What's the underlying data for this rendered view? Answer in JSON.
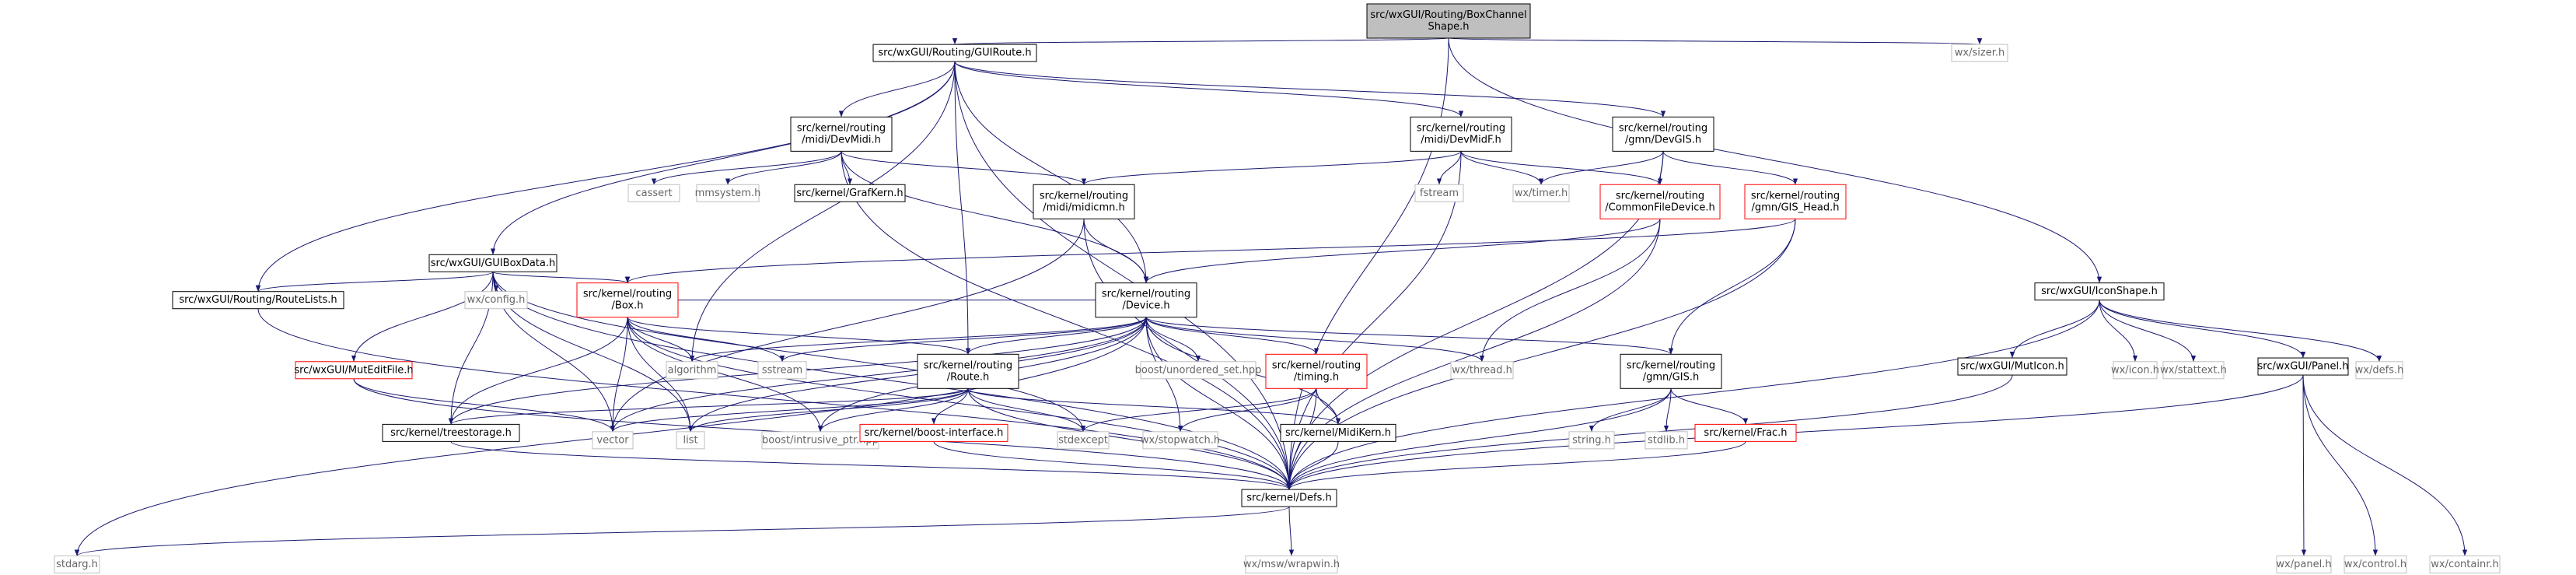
{
  "colors": {
    "root_fill": "#bfbfbf",
    "node_border": "#000000",
    "red_border": "#ff0000",
    "grey_border": "#bfbfbf",
    "grey_text": "#666666",
    "edge": "#191970"
  },
  "nodes": [
    {
      "id": "root",
      "lines": [
        "src/wxGUI/Routing/BoxChannel",
        "Shape.h"
      ],
      "style": "root"
    },
    {
      "id": "sizer",
      "lines": [
        "wx/sizer.h"
      ],
      "style": "grey"
    },
    {
      "id": "guiroute",
      "lines": [
        "src/wxGUI/Routing/GUIRoute.h"
      ],
      "style": "normal"
    },
    {
      "id": "devmidi",
      "lines": [
        "src/kernel/routing",
        "/midi/DevMidi.h"
      ],
      "style": "normal"
    },
    {
      "id": "devmidif",
      "lines": [
        "src/kernel/routing",
        "/midi/DevMidF.h"
      ],
      "style": "normal"
    },
    {
      "id": "devgis",
      "lines": [
        "src/kernel/routing",
        "/gmn/DevGIS.h"
      ],
      "style": "normal"
    },
    {
      "id": "cassert",
      "lines": [
        "cassert"
      ],
      "style": "grey"
    },
    {
      "id": "mmsystem",
      "lines": [
        "mmsystem.h"
      ],
      "style": "grey"
    },
    {
      "id": "grafkern",
      "lines": [
        "src/kernel/GrafKern.h"
      ],
      "style": "normal"
    },
    {
      "id": "midicmn",
      "lines": [
        "src/kernel/routing",
        "/midi/midicmn.h"
      ],
      "style": "normal"
    },
    {
      "id": "fstream",
      "lines": [
        "fstream"
      ],
      "style": "grey"
    },
    {
      "id": "wxtimer",
      "lines": [
        "wx/timer.h"
      ],
      "style": "grey"
    },
    {
      "id": "commonfile",
      "lines": [
        "src/kernel/routing",
        "/CommonFileDevice.h"
      ],
      "style": "red"
    },
    {
      "id": "gishead",
      "lines": [
        "src/kernel/routing",
        "/gmn/GIS_Head.h"
      ],
      "style": "red"
    },
    {
      "id": "guiboxdata",
      "lines": [
        "src/wxGUI/GUIBoxData.h"
      ],
      "style": "normal"
    },
    {
      "id": "routelists",
      "lines": [
        "src/wxGUI/Routing/RouteLists.h"
      ],
      "style": "normal"
    },
    {
      "id": "wxconfig",
      "lines": [
        "wx/config.h"
      ],
      "style": "grey"
    },
    {
      "id": "box",
      "lines": [
        "src/kernel/routing",
        "/Box.h"
      ],
      "style": "red"
    },
    {
      "id": "device",
      "lines": [
        "src/kernel/routing",
        "/Device.h"
      ],
      "style": "normal"
    },
    {
      "id": "unordered",
      "lines": [
        "boost/unordered_set.hpp"
      ],
      "style": "grey"
    },
    {
      "id": "timing",
      "lines": [
        "src/kernel/routing",
        "/timing.h"
      ],
      "style": "red"
    },
    {
      "id": "wxthread",
      "lines": [
        "wx/thread.h"
      ],
      "style": "grey"
    },
    {
      "id": "gis",
      "lines": [
        "src/kernel/routing",
        "/gmn/GIS.h"
      ],
      "style": "normal"
    },
    {
      "id": "mutedit",
      "lines": [
        "src/wxGUI/MutEditFile.h"
      ],
      "style": "red"
    },
    {
      "id": "algorithm",
      "lines": [
        "algorithm"
      ],
      "style": "grey"
    },
    {
      "id": "sstream",
      "lines": [
        "sstream"
      ],
      "style": "grey"
    },
    {
      "id": "route",
      "lines": [
        "src/kernel/routing",
        "/Route.h"
      ],
      "style": "normal"
    },
    {
      "id": "treestorage",
      "lines": [
        "src/kernel/treestorage.h"
      ],
      "style": "normal"
    },
    {
      "id": "vector",
      "lines": [
        "vector"
      ],
      "style": "grey"
    },
    {
      "id": "list",
      "lines": [
        "list"
      ],
      "style": "grey"
    },
    {
      "id": "intrusive",
      "lines": [
        "boost/intrusive_ptr.hpp"
      ],
      "style": "grey"
    },
    {
      "id": "boostif",
      "lines": [
        "src/kernel/boost-interface.h"
      ],
      "style": "red"
    },
    {
      "id": "stdexcept",
      "lines": [
        "stdexcept"
      ],
      "style": "grey"
    },
    {
      "id": "stopwatch",
      "lines": [
        "wx/stopwatch.h"
      ],
      "style": "grey"
    },
    {
      "id": "midikern",
      "lines": [
        "src/kernel/MidiKern.h"
      ],
      "style": "normal"
    },
    {
      "id": "stringh",
      "lines": [
        "string.h"
      ],
      "style": "grey"
    },
    {
      "id": "stdlib",
      "lines": [
        "stdlib.h"
      ],
      "style": "grey"
    },
    {
      "id": "frac",
      "lines": [
        "src/kernel/Frac.h"
      ],
      "style": "red"
    },
    {
      "id": "iconshape",
      "lines": [
        "src/wxGUI/IconShape.h"
      ],
      "style": "normal"
    },
    {
      "id": "muticon",
      "lines": [
        "src/wxGUI/MutIcon.h"
      ],
      "style": "normal"
    },
    {
      "id": "wxicon",
      "lines": [
        "wx/icon.h"
      ],
      "style": "grey"
    },
    {
      "id": "stattext",
      "lines": [
        "wx/stattext.h"
      ],
      "style": "grey"
    },
    {
      "id": "panel",
      "lines": [
        "src/wxGUI/Panel.h"
      ],
      "style": "normal"
    },
    {
      "id": "wxdefs",
      "lines": [
        "wx/defs.h"
      ],
      "style": "grey"
    },
    {
      "id": "defs",
      "lines": [
        "src/kernel/Defs.h"
      ],
      "style": "normal"
    },
    {
      "id": "stdarg",
      "lines": [
        "stdarg.h"
      ],
      "style": "grey"
    },
    {
      "id": "wrapwin",
      "lines": [
        "wx/msw/wrapwin.h"
      ],
      "style": "grey"
    },
    {
      "id": "wxpanel",
      "lines": [
        "wx/panel.h"
      ],
      "style": "grey"
    },
    {
      "id": "wxcontrol",
      "lines": [
        "wx/control.h"
      ],
      "style": "grey"
    },
    {
      "id": "wxcontainr",
      "lines": [
        "wx/containr.h"
      ],
      "style": "grey"
    }
  ],
  "edges": [
    [
      "root",
      "guiroute"
    ],
    [
      "root",
      "sizer"
    ],
    [
      "root",
      "defs"
    ],
    [
      "root",
      "iconshape"
    ],
    [
      "guiroute",
      "devmidi"
    ],
    [
      "guiroute",
      "devmidif"
    ],
    [
      "guiroute",
      "devgis"
    ],
    [
      "guiroute",
      "guiboxdata"
    ],
    [
      "guiroute",
      "routelists"
    ],
    [
      "guiroute",
      "device"
    ],
    [
      "guiroute",
      "route"
    ],
    [
      "guiroute",
      "algorithm"
    ],
    [
      "guiroute",
      "defs"
    ],
    [
      "devmidi",
      "cassert"
    ],
    [
      "devmidi",
      "mmsystem"
    ],
    [
      "devmidi",
      "grafkern"
    ],
    [
      "devmidi",
      "midicmn"
    ],
    [
      "devmidi",
      "device"
    ],
    [
      "devmidi",
      "defs"
    ],
    [
      "devmidif",
      "fstream"
    ],
    [
      "devmidif",
      "wxtimer"
    ],
    [
      "devmidif",
      "commonfile"
    ],
    [
      "devmidif",
      "midicmn"
    ],
    [
      "devmidif",
      "defs"
    ],
    [
      "devgis",
      "wxtimer"
    ],
    [
      "devgis",
      "commonfile"
    ],
    [
      "devgis",
      "gishead"
    ],
    [
      "devgis",
      "defs"
    ],
    [
      "commonfile",
      "device"
    ],
    [
      "commonfile",
      "wxthread"
    ],
    [
      "commonfile",
      "defs"
    ],
    [
      "gishead",
      "gis"
    ],
    [
      "gishead",
      "box"
    ],
    [
      "gishead",
      "defs"
    ],
    [
      "midicmn",
      "device"
    ],
    [
      "midicmn",
      "vector"
    ],
    [
      "midicmn",
      "defs"
    ],
    [
      "guiboxdata",
      "routelists"
    ],
    [
      "guiboxdata",
      "wxconfig"
    ],
    [
      "guiboxdata",
      "box"
    ],
    [
      "guiboxdata",
      "mutedit"
    ],
    [
      "guiboxdata",
      "treestorage"
    ],
    [
      "guiboxdata",
      "vector"
    ],
    [
      "guiboxdata",
      "defs"
    ],
    [
      "guiboxdata",
      "stdexcept"
    ],
    [
      "guiboxdata",
      "list"
    ],
    [
      "routelists",
      "defs"
    ],
    [
      "box",
      "algorithm"
    ],
    [
      "box",
      "sstream"
    ],
    [
      "box",
      "route"
    ],
    [
      "box",
      "treestorage"
    ],
    [
      "box",
      "vector"
    ],
    [
      "box",
      "list"
    ],
    [
      "box",
      "intrusive"
    ],
    [
      "box",
      "defs"
    ],
    [
      "device",
      "box"
    ],
    [
      "device",
      "route"
    ],
    [
      "device",
      "unordered"
    ],
    [
      "device",
      "timing"
    ],
    [
      "device",
      "wxthread"
    ],
    [
      "device",
      "gis"
    ],
    [
      "device",
      "algorithm"
    ],
    [
      "device",
      "sstream"
    ],
    [
      "device",
      "vector"
    ],
    [
      "device",
      "list"
    ],
    [
      "device",
      "stopwatch"
    ],
    [
      "device",
      "midikern"
    ],
    [
      "device",
      "defs"
    ],
    [
      "device",
      "stdarg"
    ],
    [
      "device",
      "treestorage"
    ],
    [
      "device",
      "intrusive"
    ],
    [
      "timing",
      "stdexcept"
    ],
    [
      "timing",
      "stopwatch"
    ],
    [
      "timing",
      "midikern"
    ],
    [
      "timing",
      "defs"
    ],
    [
      "gis",
      "stringh"
    ],
    [
      "gis",
      "stdlib"
    ],
    [
      "gis",
      "frac"
    ],
    [
      "gis",
      "defs"
    ],
    [
      "mutedit",
      "vector"
    ],
    [
      "mutedit",
      "defs"
    ],
    [
      "route",
      "treestorage"
    ],
    [
      "route",
      "vector"
    ],
    [
      "route",
      "list"
    ],
    [
      "route",
      "intrusive"
    ],
    [
      "route",
      "boostif"
    ],
    [
      "route",
      "stdexcept"
    ],
    [
      "route",
      "midikern"
    ],
    [
      "route",
      "defs"
    ],
    [
      "treestorage",
      "defs"
    ],
    [
      "boostif",
      "defs"
    ],
    [
      "midikern",
      "defs"
    ],
    [
      "frac",
      "defs"
    ],
    [
      "iconshape",
      "muticon"
    ],
    [
      "iconshape",
      "wxicon"
    ],
    [
      "iconshape",
      "stattext"
    ],
    [
      "iconshape",
      "panel"
    ],
    [
      "iconshape",
      "wxdefs"
    ],
    [
      "iconshape",
      "defs"
    ],
    [
      "muticon",
      "defs"
    ],
    [
      "panel",
      "wxpanel"
    ],
    [
      "panel",
      "wxcontrol"
    ],
    [
      "panel",
      "wxcontainr"
    ],
    [
      "panel",
      "defs"
    ],
    [
      "defs",
      "stdarg"
    ],
    [
      "defs",
      "wrapwin"
    ]
  ]
}
